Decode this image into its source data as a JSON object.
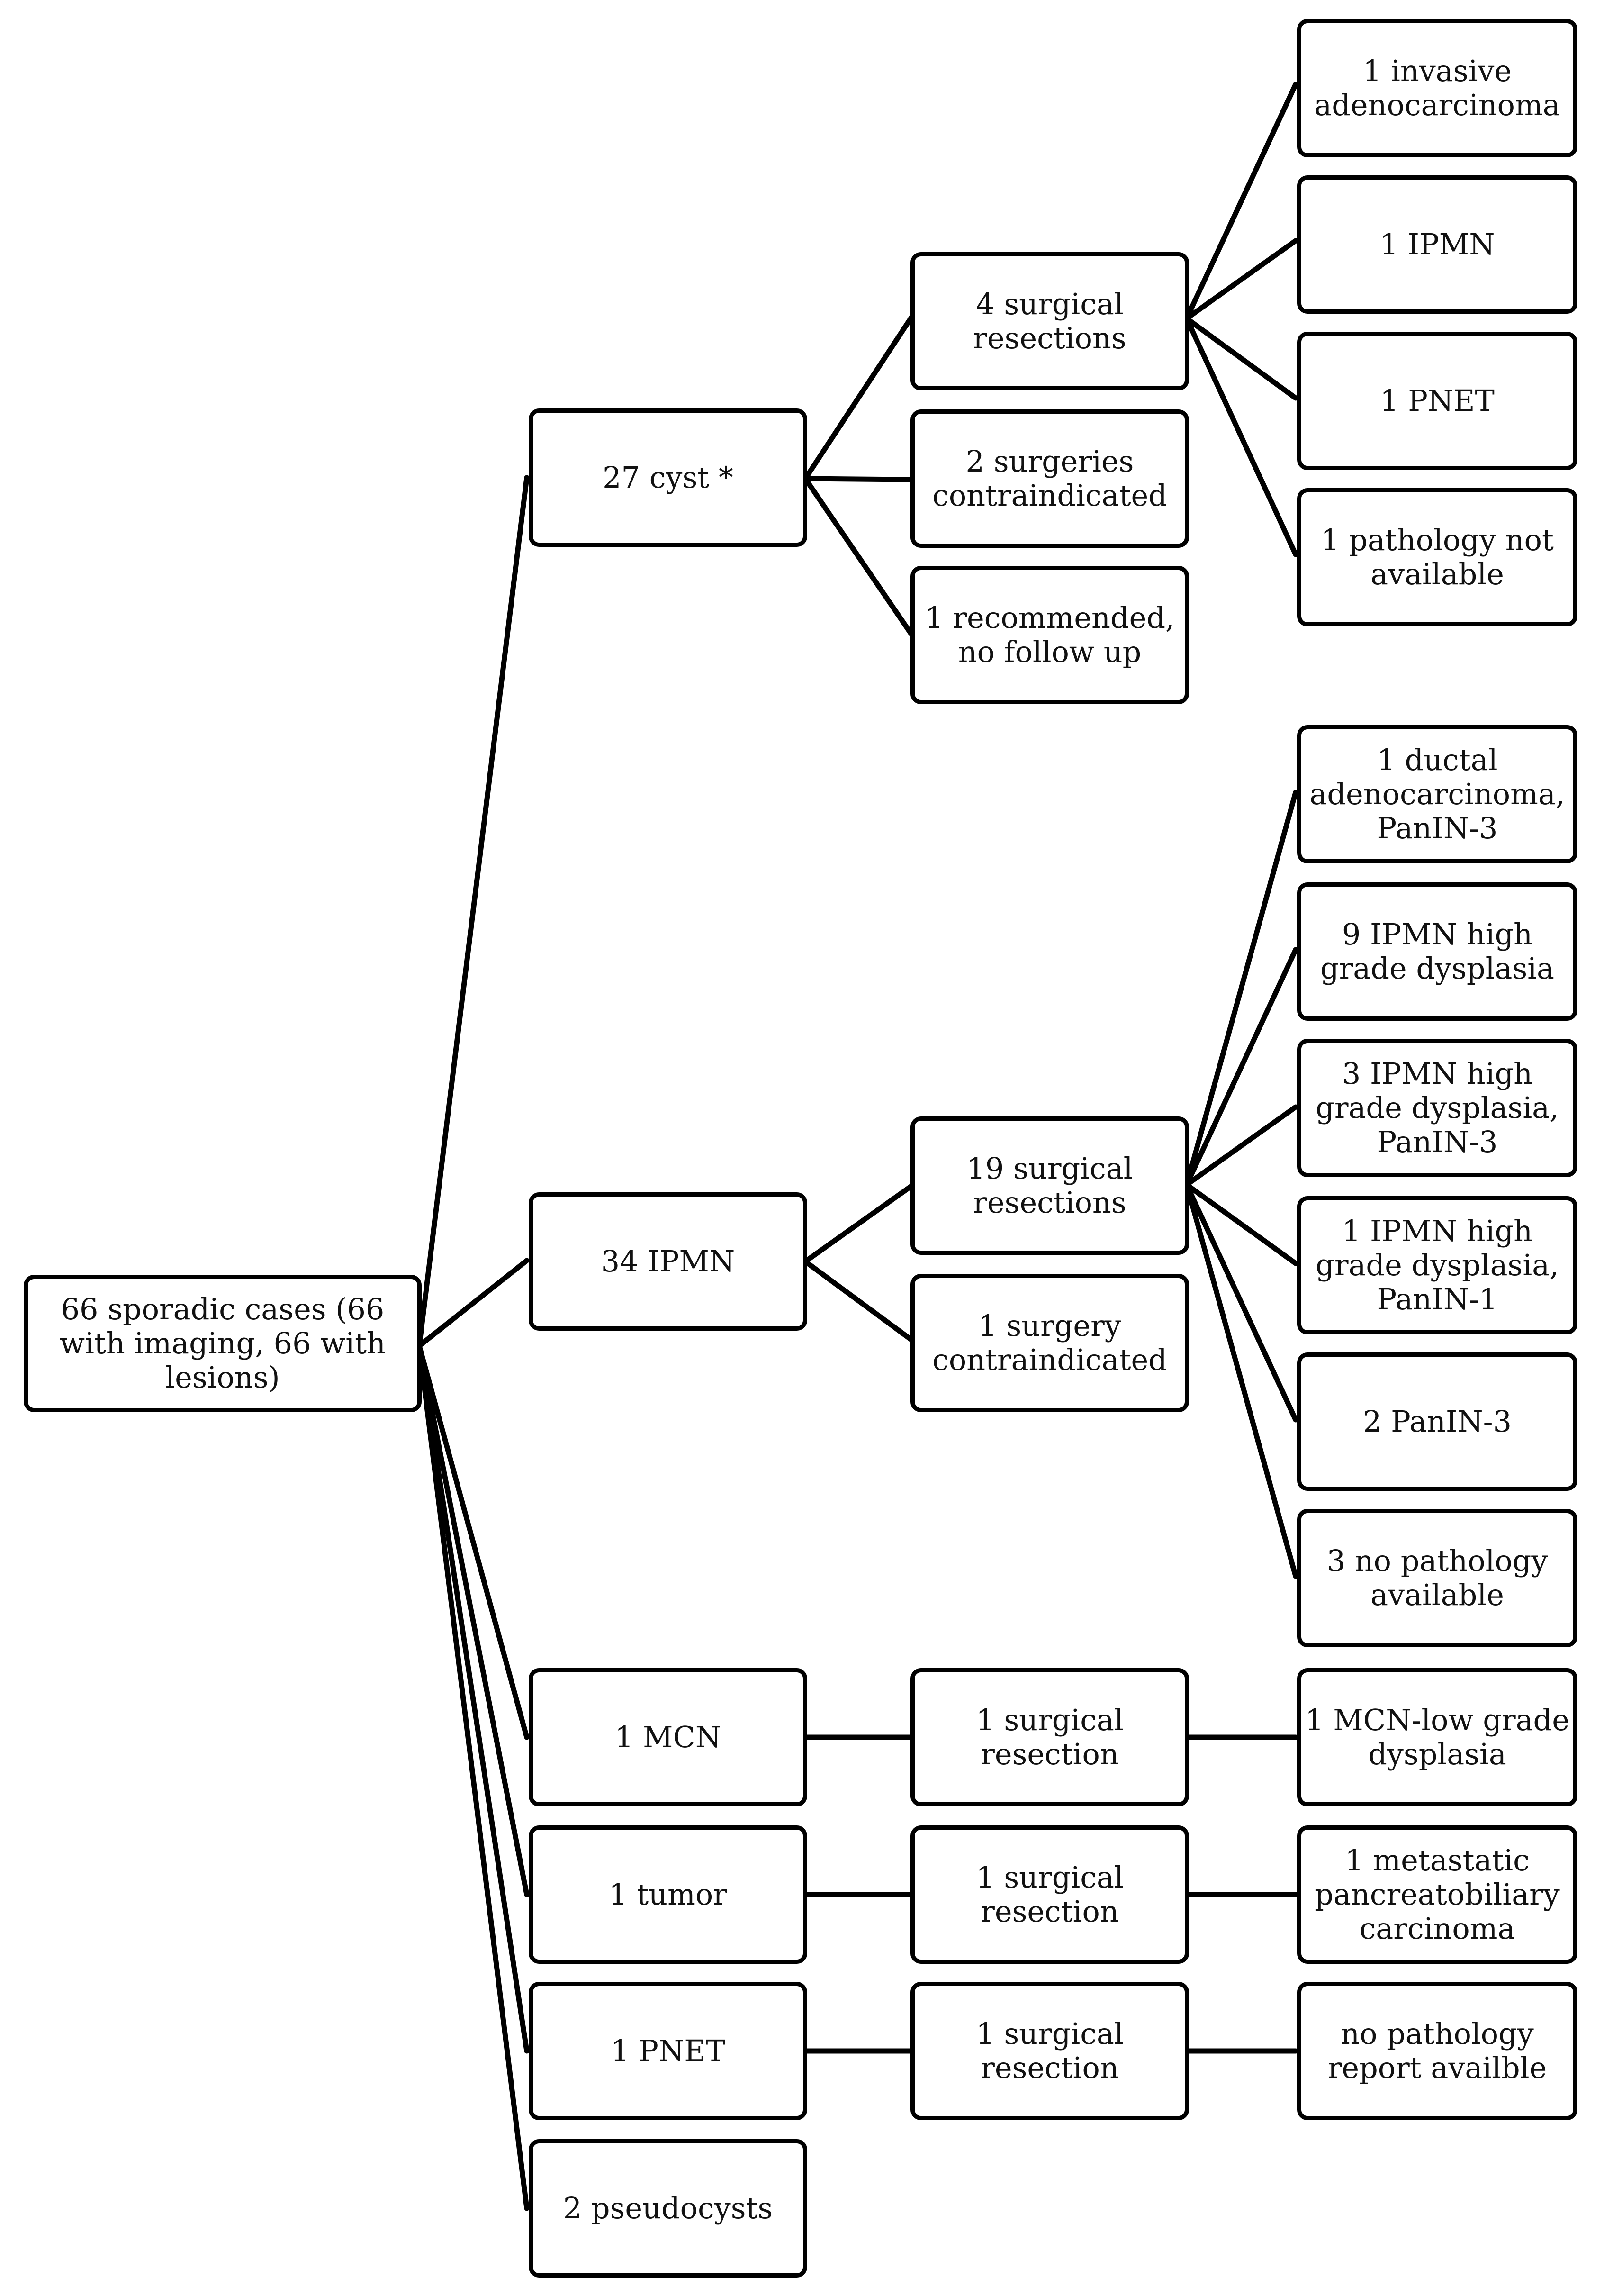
{
  "diagram": {
    "root": "66 sporadic cases (66 with imaging, 66 with lesions)",
    "categories": {
      "cyst": "27 cyst *",
      "ipmn": "34 IPMN",
      "mcn": "1 MCN",
      "tumor": "1 tumor",
      "pnet": "1 PNET",
      "pseudocysts": "2 pseudocysts"
    },
    "cyst_outcomes": {
      "resections": "4 surgical resections",
      "contraindicated": "2 surgeries contraindicated",
      "no_follow_up": "1 recommended, no follow up"
    },
    "cyst_pathology": {
      "invasive": "1 invasive adenocarcinoma",
      "ipmn": "1 IPMN",
      "pnet": "1 PNET",
      "not_available": "1 pathology not available"
    },
    "ipmn_outcomes": {
      "resections": "19 surgical resections",
      "contraindicated": "1 surgery contraindicated"
    },
    "ipmn_pathology": {
      "ductal": "1 ductal adenocarcinoma, PanIN-3",
      "hgd9": "9 IPMN high grade dysplasia",
      "hgd3": "3 IPMN high grade dysplasia, PanIN-3",
      "hgd1": "1 IPMN high grade dysplasia, PanIN-1",
      "panin": "2 PanIN-3",
      "no_pathology": "3 no pathology available"
    },
    "mcn_outcome": "1 surgical resection",
    "mcn_pathology": "1 MCN-low grade dysplasia",
    "tumor_outcome": "1 surgical resection",
    "tumor_pathology": "1 metastatic pancreatobiliary carcinoma",
    "pnet_outcome": "1 surgical resection",
    "pnet_pathology": "no pathology report availble"
  },
  "colors": {
    "line": "#000000",
    "box_border": "#000000",
    "background": "#ffffff"
  }
}
